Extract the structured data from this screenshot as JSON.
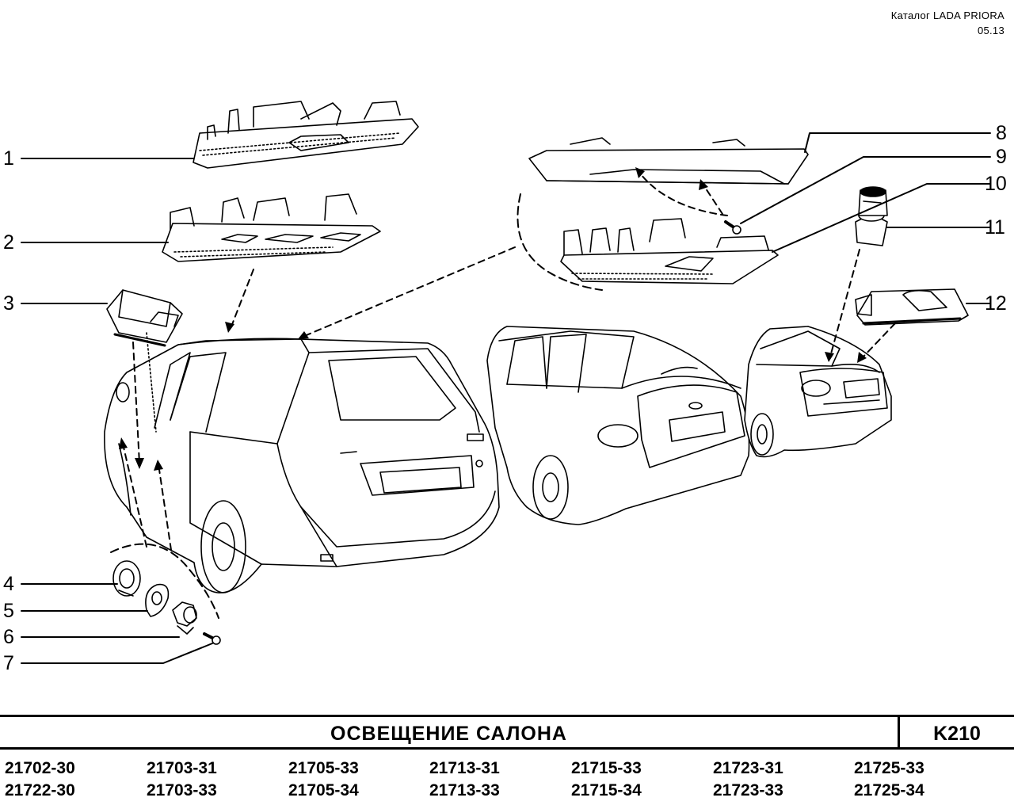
{
  "header": {
    "catalog": "Каталог  LADA  PRIORA",
    "date": "05.13"
  },
  "callouts": [
    "1",
    "2",
    "3",
    "4",
    "5",
    "6",
    "7",
    "8",
    "9",
    "10",
    "11",
    "12"
  ],
  "title": "ОСВЕЩЕНИЕ   САЛОНА",
  "code": "K210",
  "models": {
    "row1": [
      "21702-30",
      "21703-31",
      "21705-33",
      "21713-31",
      "21715-33",
      "21723-31",
      "21725-33"
    ],
    "row2": [
      "21722-30",
      "21703-33",
      "21705-34",
      "21713-33",
      "21715-34",
      "21723-33",
      "21725-34"
    ]
  }
}
